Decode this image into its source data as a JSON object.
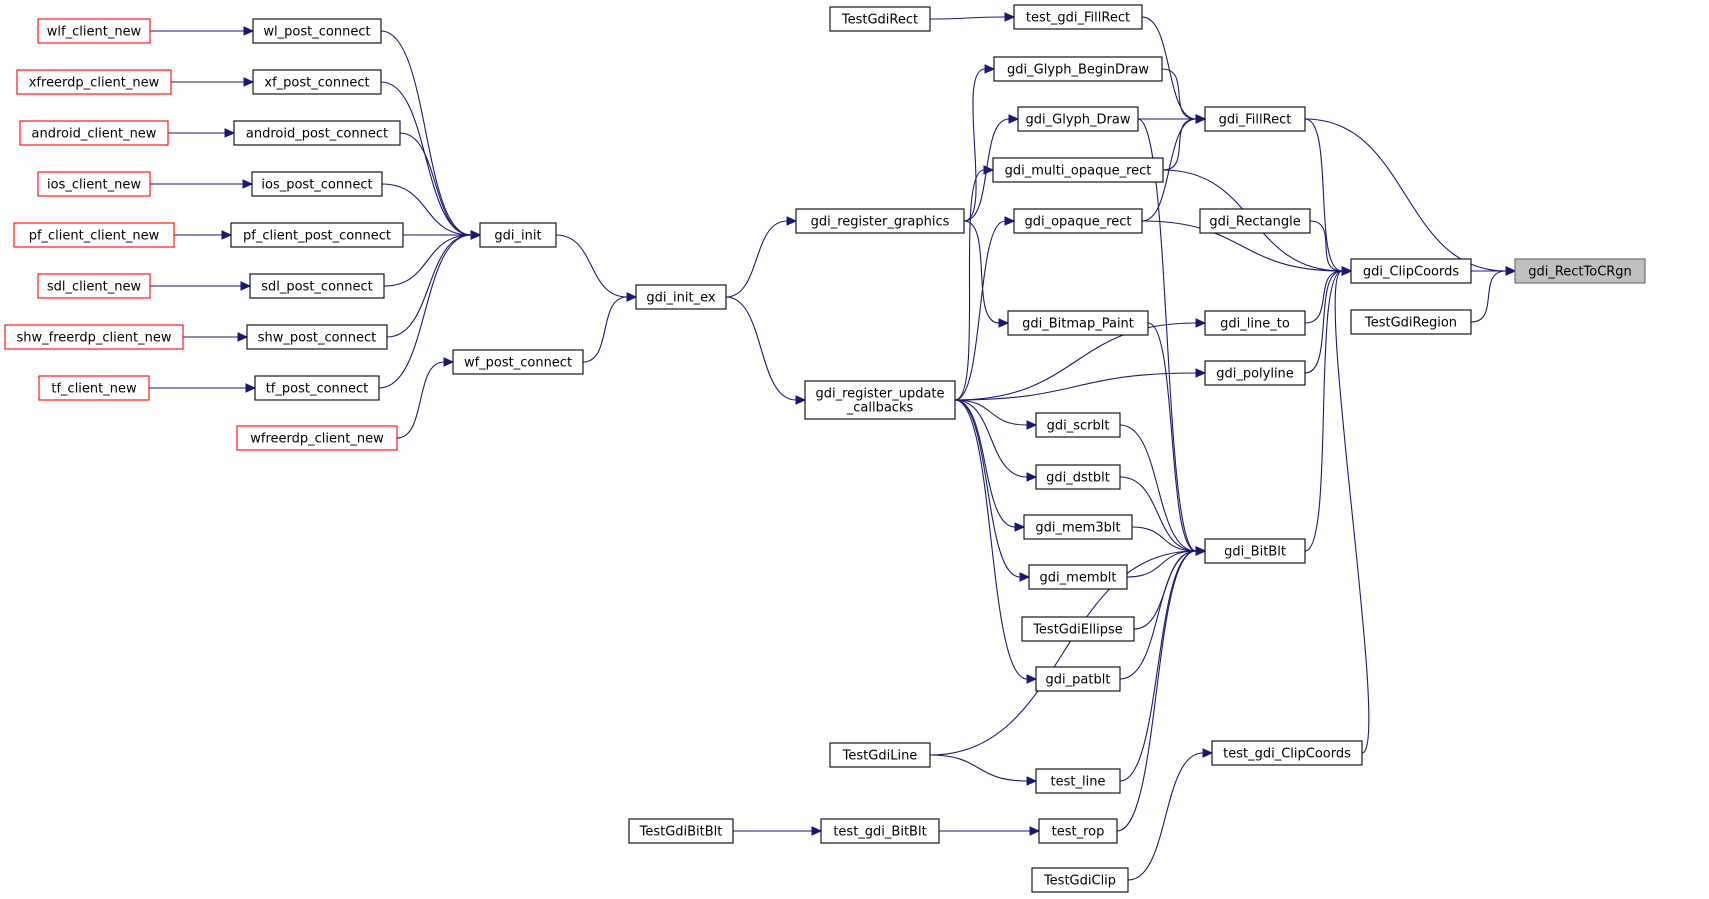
{
  "title": "",
  "colors": {
    "edge": "#191970",
    "node_border": "#000000",
    "truncated_border": "#ff0000",
    "focus_fill": "#bfbfbf",
    "background": "#ffffff"
  },
  "nodes": [
    {
      "id": "gdi_RectToCRgn",
      "label": "gdi_RectToCRgn",
      "style": "focus"
    },
    {
      "id": "gdi_ClipCoords",
      "label": "gdi_ClipCoords"
    },
    {
      "id": "TestGdiRegion",
      "label": "TestGdiRegion"
    },
    {
      "id": "gdi_FillRect",
      "label": "gdi_FillRect"
    },
    {
      "id": "gdi_Rectangle",
      "label": "gdi_Rectangle"
    },
    {
      "id": "gdi_line_to",
      "label": "gdi_line_to"
    },
    {
      "id": "gdi_polyline",
      "label": "gdi_polyline"
    },
    {
      "id": "gdi_BitBlt",
      "label": "gdi_BitBlt"
    },
    {
      "id": "test_gdi_ClipCoords",
      "label": "test_gdi_ClipCoords"
    },
    {
      "id": "TestGdiClip",
      "label": "TestGdiClip"
    },
    {
      "id": "TestGdiRect",
      "label": "TestGdiRect"
    },
    {
      "id": "test_gdi_FillRect",
      "label": "test_gdi_FillRect"
    },
    {
      "id": "gdi_Glyph_BeginDraw",
      "label": "gdi_Glyph_BeginDraw"
    },
    {
      "id": "gdi_Glyph_Draw",
      "label": "gdi_Glyph_Draw"
    },
    {
      "id": "gdi_multi_opaque_rect",
      "label": "gdi_multi_opaque_rect"
    },
    {
      "id": "gdi_opaque_rect",
      "label": "gdi_opaque_rect"
    },
    {
      "id": "gdi_Bitmap_Paint",
      "label": "gdi_Bitmap_Paint"
    },
    {
      "id": "gdi_scrblt",
      "label": "gdi_scrblt"
    },
    {
      "id": "gdi_dstblt",
      "label": "gdi_dstblt"
    },
    {
      "id": "gdi_mem3blt",
      "label": "gdi_mem3blt"
    },
    {
      "id": "gdi_memblt",
      "label": "gdi_memblt"
    },
    {
      "id": "TestGdiEllipse",
      "label": "TestGdiEllipse"
    },
    {
      "id": "gdi_patblt",
      "label": "gdi_patblt"
    },
    {
      "id": "TestGdiLine",
      "label": "TestGdiLine"
    },
    {
      "id": "test_line",
      "label": "test_line"
    },
    {
      "id": "test_rop",
      "label": "test_rop"
    },
    {
      "id": "TestGdiBitBlt",
      "label": "TestGdiBitBlt"
    },
    {
      "id": "test_gdi_BitBlt",
      "label": "test_gdi_BitBlt"
    },
    {
      "id": "gdi_register_graphics",
      "label": "gdi_register_graphics"
    },
    {
      "id": "gdi_register_update_callbacks",
      "label": "gdi_register_update\n_callbacks"
    },
    {
      "id": "gdi_init_ex",
      "label": "gdi_init_ex"
    },
    {
      "id": "gdi_init",
      "label": "gdi_init"
    },
    {
      "id": "wf_post_connect",
      "label": "wf_post_connect"
    },
    {
      "id": "wfreerdp_client_new",
      "label": "wfreerdp_client_new",
      "style": "truncated"
    },
    {
      "id": "wl_post_connect",
      "label": "wl_post_connect"
    },
    {
      "id": "xf_post_connect",
      "label": "xf_post_connect"
    },
    {
      "id": "android_post_connect",
      "label": "android_post_connect"
    },
    {
      "id": "ios_post_connect",
      "label": "ios_post_connect"
    },
    {
      "id": "pf_client_post_connect",
      "label": "pf_client_post_connect"
    },
    {
      "id": "sdl_post_connect",
      "label": "sdl_post_connect"
    },
    {
      "id": "shw_post_connect",
      "label": "shw_post_connect"
    },
    {
      "id": "tf_post_connect",
      "label": "tf_post_connect"
    },
    {
      "id": "wlf_client_new",
      "label": "wlf_client_new",
      "style": "truncated"
    },
    {
      "id": "xfreerdp_client_new",
      "label": "xfreerdp_client_new",
      "style": "truncated"
    },
    {
      "id": "android_client_new",
      "label": "android_client_new",
      "style": "truncated"
    },
    {
      "id": "ios_client_new",
      "label": "ios_client_new",
      "style": "truncated"
    },
    {
      "id": "pf_client_client_new",
      "label": "pf_client_client_new",
      "style": "truncated"
    },
    {
      "id": "sdl_client_new",
      "label": "sdl_client_new",
      "style": "truncated"
    },
    {
      "id": "shw_freerdp_client_new",
      "label": "shw_freerdp_client_new",
      "style": "truncated"
    },
    {
      "id": "tf_client_new",
      "label": "tf_client_new",
      "style": "truncated"
    }
  ],
  "edges": [
    {
      "from": "gdi_ClipCoords",
      "to": "gdi_RectToCRgn"
    },
    {
      "from": "TestGdiRegion",
      "to": "gdi_RectToCRgn"
    },
    {
      "from": "gdi_FillRect",
      "to": "gdi_RectToCRgn"
    },
    {
      "from": "gdi_FillRect",
      "to": "gdi_ClipCoords"
    },
    {
      "from": "gdi_multi_opaque_rect",
      "to": "gdi_ClipCoords"
    },
    {
      "from": "gdi_Rectangle",
      "to": "gdi_ClipCoords"
    },
    {
      "from": "gdi_opaque_rect",
      "to": "gdi_ClipCoords"
    },
    {
      "from": "gdi_line_to",
      "to": "gdi_ClipCoords"
    },
    {
      "from": "gdi_polyline",
      "to": "gdi_ClipCoords"
    },
    {
      "from": "gdi_BitBlt",
      "to": "gdi_ClipCoords"
    },
    {
      "from": "test_gdi_ClipCoords",
      "to": "gdi_ClipCoords"
    },
    {
      "from": "test_gdi_FillRect",
      "to": "gdi_FillRect"
    },
    {
      "from": "gdi_Glyph_BeginDraw",
      "to": "gdi_FillRect"
    },
    {
      "from": "gdi_Glyph_Draw",
      "to": "gdi_FillRect"
    },
    {
      "from": "gdi_multi_opaque_rect",
      "to": "gdi_FillRect"
    },
    {
      "from": "gdi_opaque_rect",
      "to": "gdi_FillRect"
    },
    {
      "from": "TestGdiRect",
      "to": "test_gdi_FillRect"
    },
    {
      "from": "TestGdiClip",
      "to": "test_gdi_ClipCoords"
    },
    {
      "from": "gdi_Glyph_Draw",
      "to": "gdi_BitBlt"
    },
    {
      "from": "gdi_Bitmap_Paint",
      "to": "gdi_BitBlt"
    },
    {
      "from": "gdi_scrblt",
      "to": "gdi_BitBlt"
    },
    {
      "from": "gdi_dstblt",
      "to": "gdi_BitBlt"
    },
    {
      "from": "gdi_mem3blt",
      "to": "gdi_BitBlt"
    },
    {
      "from": "gdi_memblt",
      "to": "gdi_BitBlt"
    },
    {
      "from": "TestGdiEllipse",
      "to": "gdi_BitBlt"
    },
    {
      "from": "gdi_patblt",
      "to": "gdi_BitBlt"
    },
    {
      "from": "TestGdiLine",
      "to": "gdi_BitBlt"
    },
    {
      "from": "test_line",
      "to": "gdi_BitBlt"
    },
    {
      "from": "test_rop",
      "to": "gdi_BitBlt"
    },
    {
      "from": "TestGdiLine",
      "to": "test_line"
    },
    {
      "from": "test_gdi_BitBlt",
      "to": "test_rop"
    },
    {
      "from": "TestGdiBitBlt",
      "to": "test_gdi_BitBlt"
    },
    {
      "from": "gdi_register_graphics",
      "to": "gdi_Glyph_BeginDraw"
    },
    {
      "from": "gdi_register_graphics",
      "to": "gdi_Glyph_Draw"
    },
    {
      "from": "gdi_register_graphics",
      "to": "gdi_Bitmap_Paint"
    },
    {
      "from": "gdi_register_update_callbacks",
      "to": "gdi_multi_opaque_rect"
    },
    {
      "from": "gdi_register_update_callbacks",
      "to": "gdi_opaque_rect"
    },
    {
      "from": "gdi_register_update_callbacks",
      "to": "gdi_line_to"
    },
    {
      "from": "gdi_register_update_callbacks",
      "to": "gdi_polyline"
    },
    {
      "from": "gdi_register_update_callbacks",
      "to": "gdi_scrblt"
    },
    {
      "from": "gdi_register_update_callbacks",
      "to": "gdi_dstblt"
    },
    {
      "from": "gdi_register_update_callbacks",
      "to": "gdi_mem3blt"
    },
    {
      "from": "gdi_register_update_callbacks",
      "to": "gdi_memblt"
    },
    {
      "from": "gdi_register_update_callbacks",
      "to": "gdi_patblt"
    },
    {
      "from": "gdi_init_ex",
      "to": "gdi_register_graphics"
    },
    {
      "from": "gdi_init_ex",
      "to": "gdi_register_update_callbacks"
    },
    {
      "from": "gdi_init",
      "to": "gdi_init_ex"
    },
    {
      "from": "wf_post_connect",
      "to": "gdi_init_ex"
    },
    {
      "from": "wfreerdp_client_new",
      "to": "wf_post_connect"
    },
    {
      "from": "wl_post_connect",
      "to": "gdi_init"
    },
    {
      "from": "xf_post_connect",
      "to": "gdi_init"
    },
    {
      "from": "android_post_connect",
      "to": "gdi_init"
    },
    {
      "from": "ios_post_connect",
      "to": "gdi_init"
    },
    {
      "from": "pf_client_post_connect",
      "to": "gdi_init"
    },
    {
      "from": "sdl_post_connect",
      "to": "gdi_init"
    },
    {
      "from": "shw_post_connect",
      "to": "gdi_init"
    },
    {
      "from": "tf_post_connect",
      "to": "gdi_init"
    },
    {
      "from": "wlf_client_new",
      "to": "wl_post_connect"
    },
    {
      "from": "xfreerdp_client_new",
      "to": "xf_post_connect"
    },
    {
      "from": "android_client_new",
      "to": "android_post_connect"
    },
    {
      "from": "ios_client_new",
      "to": "ios_post_connect"
    },
    {
      "from": "pf_client_client_new",
      "to": "pf_client_post_connect"
    },
    {
      "from": "sdl_client_new",
      "to": "sdl_post_connect"
    },
    {
      "from": "shw_freerdp_client_new",
      "to": "shw_post_connect"
    },
    {
      "from": "tf_client_new",
      "to": "tf_post_connect"
    }
  ]
}
